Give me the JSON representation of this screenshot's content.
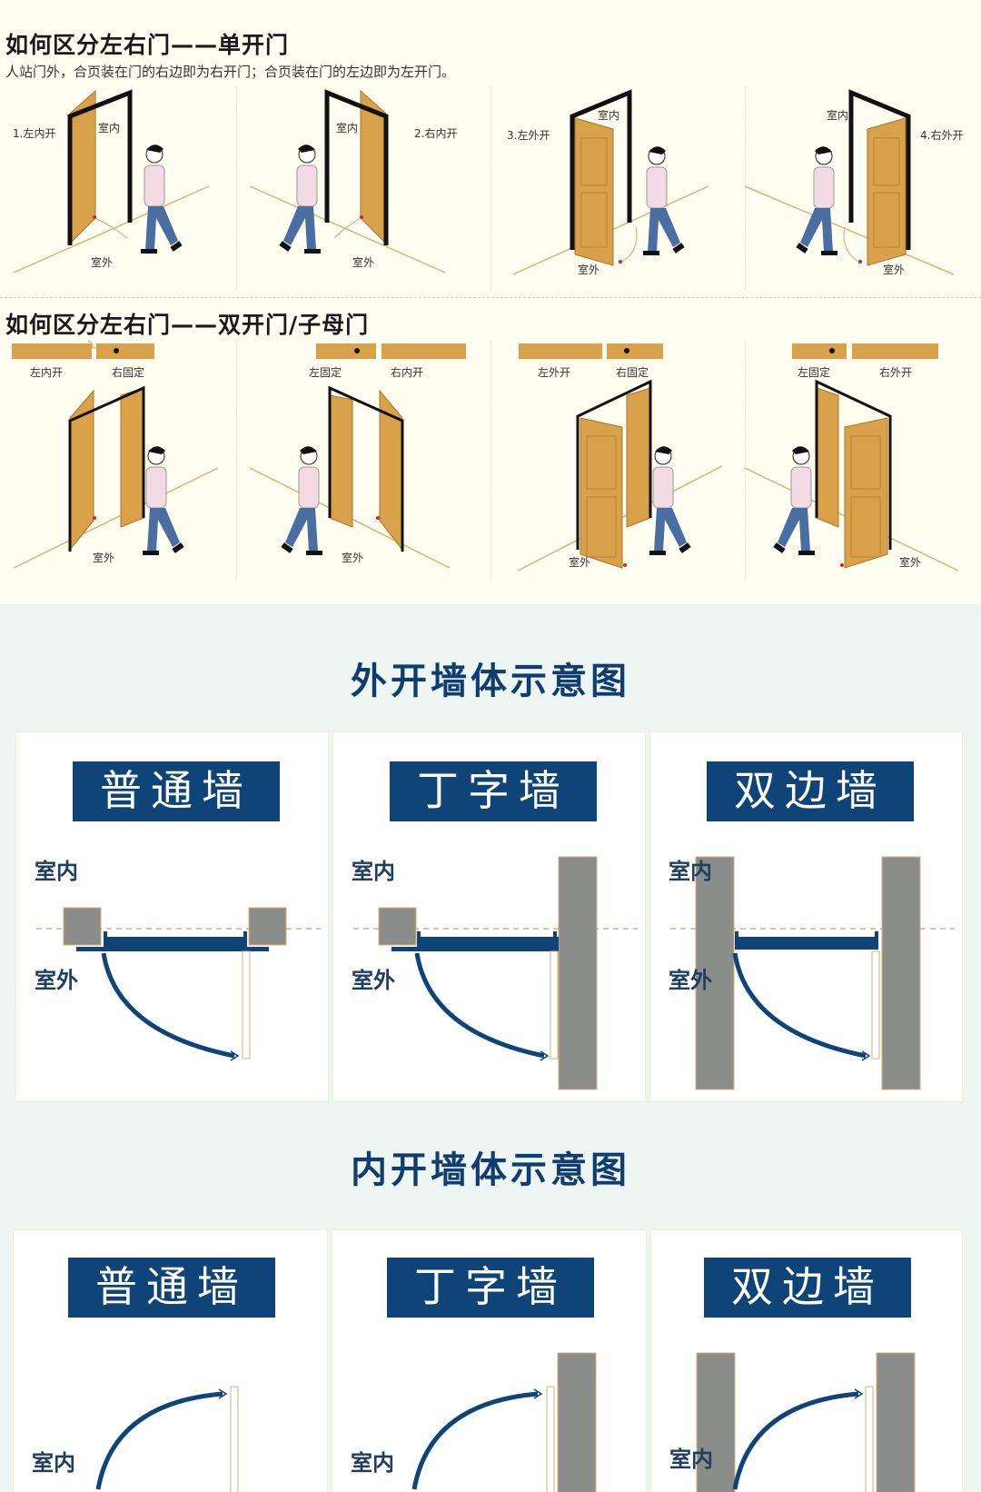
{
  "single_door": {
    "title": "如何区分左右门——单开门",
    "subtitle": "人站门外，合页装在门的右边即为右开门；合页装在门的左边即为左开门。",
    "panels": [
      {
        "label": "1.左内开",
        "inside": "室内",
        "outside": "室外"
      },
      {
        "label": "2.右内开",
        "inside": "室内",
        "outside": "室外"
      },
      {
        "label": "3.左外开",
        "inside": "室内",
        "outside": "室外"
      },
      {
        "label": "4.右外开",
        "inside": "室内",
        "outside": "室外"
      }
    ]
  },
  "double_door": {
    "title": "如何区分左右门——双开门/子母门",
    "panels": [
      {
        "left": "左内开",
        "right": "右固定",
        "outside": "室外"
      },
      {
        "left": "左固定",
        "right": "右内开",
        "outside": "室外"
      },
      {
        "left": "左外开",
        "right": "右固定",
        "outside": "室外"
      },
      {
        "left": "左固定",
        "right": "右外开",
        "outside": "室外"
      }
    ]
  },
  "outward": {
    "title": "外开墙体示意图",
    "cards": [
      {
        "badge": "普通墙",
        "inside": "室内",
        "outside": "室外"
      },
      {
        "badge": "丁字墙",
        "inside": "室内",
        "outside": "室外"
      },
      {
        "badge": "双边墙",
        "inside": "室内",
        "outside": "室外"
      }
    ]
  },
  "inward": {
    "title": "内开墙体示意图",
    "cards": [
      {
        "badge": "普通墙",
        "inside": "室内"
      },
      {
        "badge": "丁字墙",
        "inside": "室内"
      },
      {
        "badge": "双边墙",
        "inside": "室内"
      }
    ]
  },
  "colors": {
    "door": "#d9a24a",
    "frame": "#111111",
    "navy": "#0f4478",
    "wall": "#8a8d89",
    "cream": "#fffef1",
    "mint": "#edf6f3"
  }
}
